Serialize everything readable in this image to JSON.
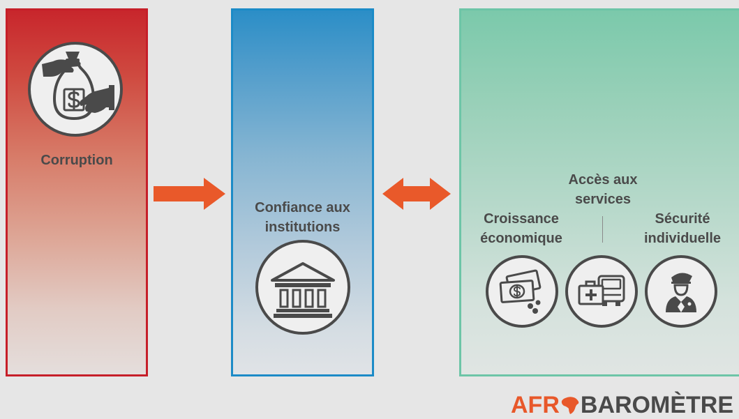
{
  "colors": {
    "background": "#e6e6e6",
    "corruption_panel": "#c61f29",
    "institutions_panel": "#1c8bc7",
    "services_panel": "#6dc5a7",
    "arrow": "#e9592a",
    "text": "#4a4a4a",
    "logo_orange": "#e8582a"
  },
  "panels": {
    "corruption": {
      "label": "Corruption",
      "icon": "money-bag-icon"
    },
    "institutions": {
      "label_line1": "Confiance aux",
      "label_line2": "institutions",
      "icon": "government-building-icon"
    },
    "services": {
      "items": [
        {
          "line1": "Croissance",
          "line2": "économique",
          "icon": "banknotes-coins-icon"
        },
        {
          "line1": "Accès aux",
          "line2": "services",
          "icon": "medical-kit-truck-icon"
        },
        {
          "line1": "Sécurité",
          "line2": "individuelle",
          "icon": "police-officer-icon"
        }
      ]
    }
  },
  "arrows": [
    {
      "icon": "arrow-right-icon"
    },
    {
      "icon": "double-arrow-icon"
    }
  ],
  "logo": {
    "prefix": "AFR",
    "suffix": "BAROMÈTRE",
    "o_icon": "africa-icon"
  }
}
